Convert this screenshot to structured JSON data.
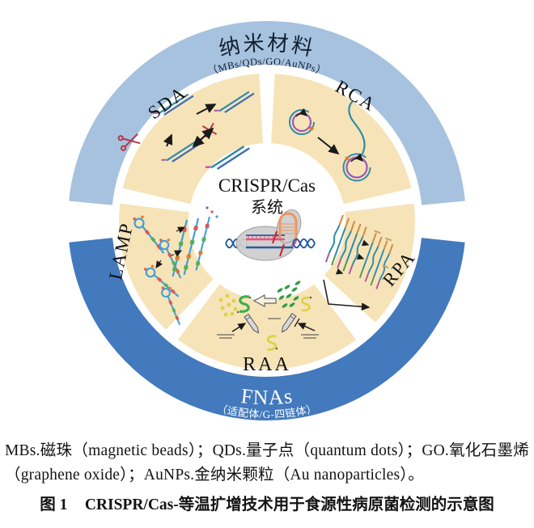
{
  "ring": {
    "top_label": "纳米材料",
    "top_sublabel": "（MBs/QDs/GO/AuNPs）",
    "bottom_label": "FNAs",
    "bottom_sublabel": "（适配体/G-四链体）"
  },
  "center": {
    "title": "CRISPR/Cas",
    "subtitle": "系统"
  },
  "wedges": {
    "sda": "SDA",
    "rca": "RCA",
    "rpa": "RPA",
    "raa": "RAA",
    "lamp": "LAMP"
  },
  "colors": {
    "ring_top": "#a6c2df",
    "ring_bottom": "#4379bd",
    "wedge_fill": "#f6e3b8"
  },
  "caption": {
    "abbreviations": "MBs.磁珠（magnetic beads）；QDs.量子点（quantum dots）；GO.氧化石墨烯（graphene oxide）；AuNPs.金纳米颗粒（Au nanoparticles）。",
    "figure_label": "图 1",
    "figure_title": "CRISPR/Cas-等温扩增技术用于食源性病原菌检测的示意图"
  }
}
